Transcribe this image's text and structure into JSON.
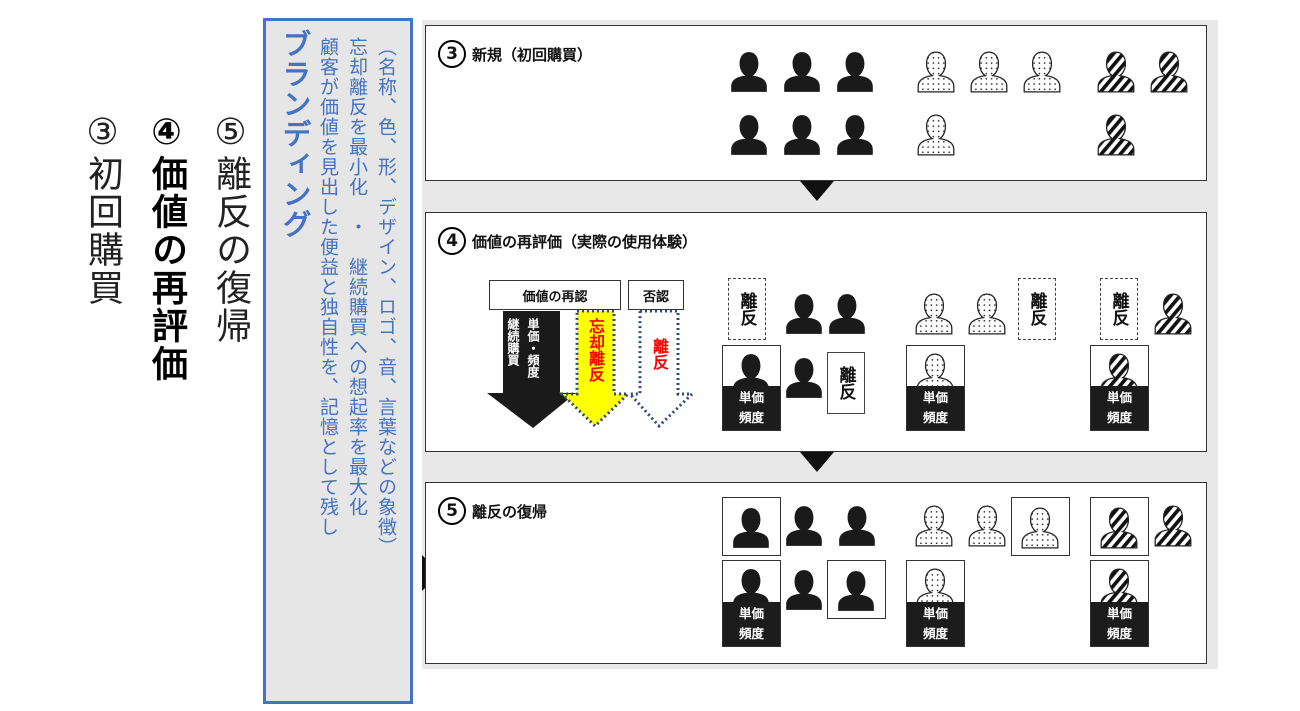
{
  "steps": {
    "step3": "③初回購買",
    "step4": "④価値の再評価",
    "step5": "⑤離反の復帰"
  },
  "branding": {
    "title": "ブランディング",
    "line1": "（名称、色、形、デザイン、ロゴ、音、言葉などの象徴）",
    "line2": "忘却離反を最小化　・　継続購買への想起率を最大化",
    "line3": "顧客が価値を見出した便益と独自性を、記憶として残し"
  },
  "sections": {
    "s3": {
      "num": "3",
      "title": "新規（初回購買）"
    },
    "s4": {
      "num": "4",
      "title": "価値の再評価（実際の使用体験）"
    },
    "s5": {
      "num": "5",
      "title": "離反の復帰"
    }
  },
  "arrows": {
    "recognition_header": "価値の再認",
    "denial_header": "否認",
    "black_arrow_col1": "継続購買",
    "black_arrow_col2": "単価・頻度",
    "yellow_arrow": "忘却離反",
    "white_arrow": "離反"
  },
  "labels": {
    "churn": "離反",
    "price_line1": "単価",
    "price_line2": "頻度"
  },
  "colors": {
    "brand_blue": "#4472C4",
    "highlight_yellow": "#FFFF00",
    "churn_red": "#FF0000",
    "dotted_navy": "#2F4A7A"
  }
}
